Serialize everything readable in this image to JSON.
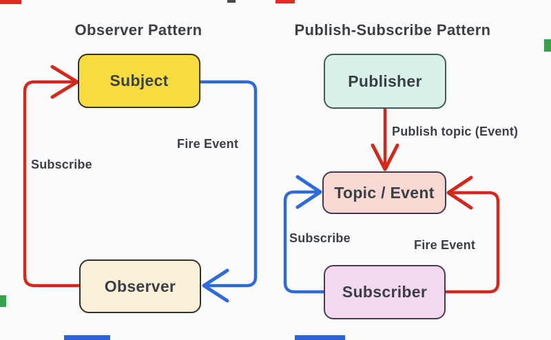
{
  "colors": {
    "background": "#fcfcfc",
    "ink": "#3a3f46",
    "arrow_red": "#d2281e",
    "arrow_blue": "#2e6bd9",
    "subject_fill": "#f6dc3f",
    "subject_border": "#33312c",
    "observer_fill": "#faf0d8",
    "observer_border": "#33312c",
    "publisher_fill": "#d9f1e8",
    "publisher_border": "#3d5a55",
    "topic_fill": "#f8d8d2",
    "topic_border": "#423a4b",
    "subscriber_fill": "#f4d8f0",
    "subscriber_border": "#463c52",
    "edge_red": "#d93025",
    "edge_green": "#35a34a",
    "edge_blue": "#2e62d9",
    "edge_dark": "#4a4a4a"
  },
  "observer_pattern": {
    "title": "Observer Pattern",
    "nodes": {
      "subject": "Subject",
      "observer": "Observer"
    },
    "edges": {
      "subscribe": "Subscribe",
      "fire_event": "Fire Event"
    }
  },
  "pubsub_pattern": {
    "title": "Publish-Subscribe Pattern",
    "nodes": {
      "publisher": "Publisher",
      "topic": "Topic / Event",
      "subscriber": "Subscriber"
    },
    "edges": {
      "publish_topic": "Publish topic (Event)",
      "subscribe": "Subscribe",
      "fire_event": "Fire Event"
    }
  }
}
